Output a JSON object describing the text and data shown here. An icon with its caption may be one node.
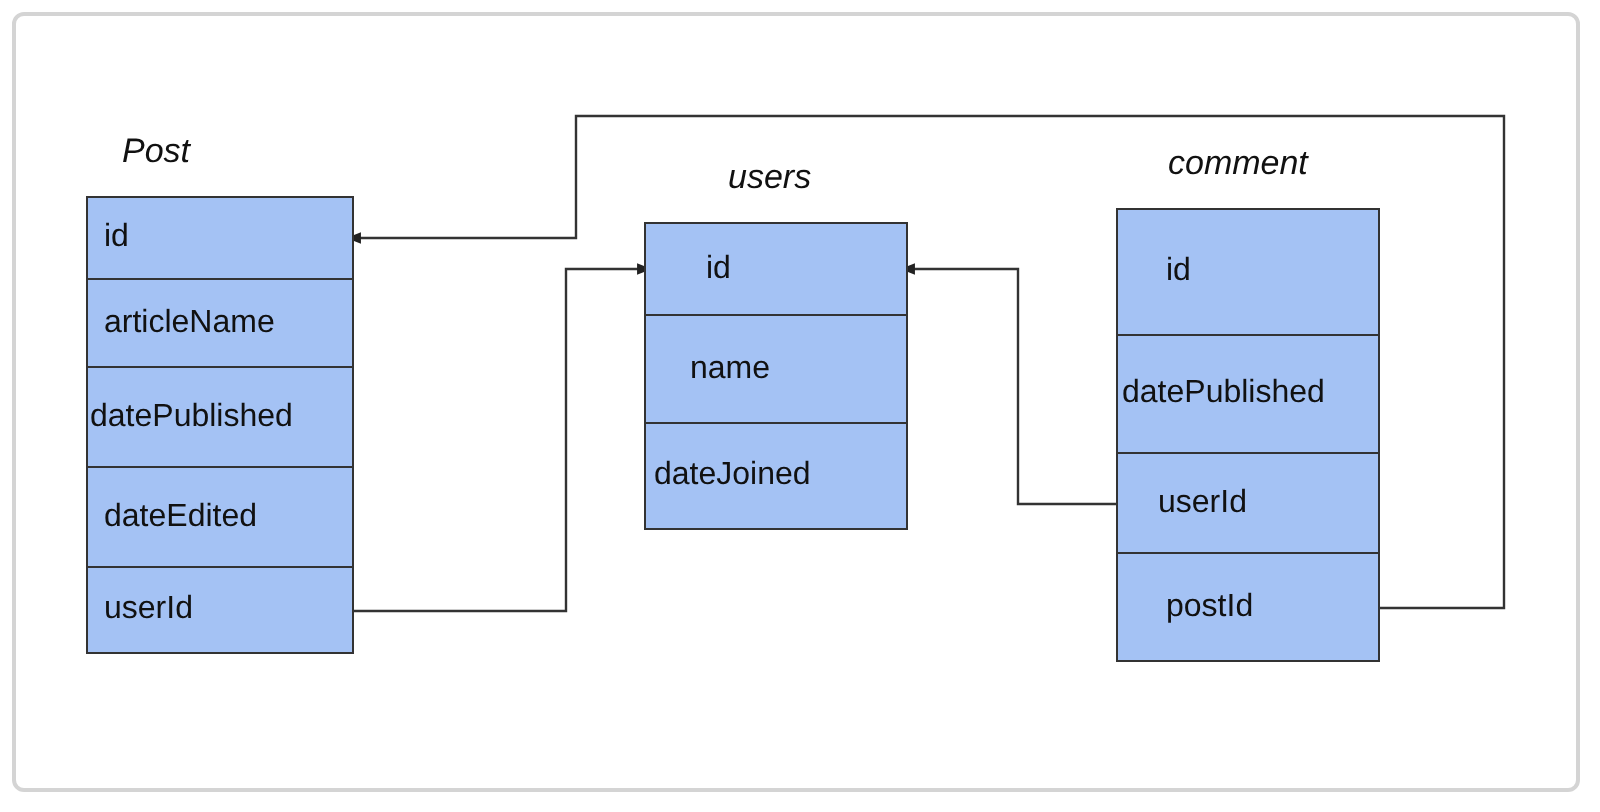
{
  "diagram": {
    "nodes": [
      {
        "text": [
          "Post"
        ]
      },
      {
        "text": [
          "id"
        ],
        "in": 0
      },
      {
        "text": [
          "articleName"
        ],
        "in": 0
      },
      {
        "text": [
          "datePublished"
        ],
        "in": 0
      },
      {
        "text": [
          "dateEdited"
        ],
        "in": 0
      },
      {
        "text": [
          "userId"
        ],
        "in": 0
      },
      {
        "text": [
          "users"
        ]
      },
      {
        "text": [
          "id"
        ],
        "in": 6
      },
      {
        "text": [
          "name"
        ],
        "in": 6
      },
      {
        "text": [
          "dateJoined"
        ],
        "in": 6
      },
      {
        "text": [
          "comment"
        ]
      },
      {
        "text": [
          "id"
        ],
        "in": 10
      },
      {
        "text": [
          "datePublished"
        ],
        "in": 10
      },
      {
        "text": [
          "userId"
        ],
        "in": 10
      },
      {
        "text": [
          "postId"
        ],
        "in": 10
      }
    ],
    "edges": [
      {
        "from": 5,
        "to": 7,
        "arrow": "to"
      },
      {
        "from": 13,
        "to": 7,
        "arrow": "to"
      },
      {
        "from": 14,
        "to": 1,
        "arrow": "to"
      }
    ]
  }
}
